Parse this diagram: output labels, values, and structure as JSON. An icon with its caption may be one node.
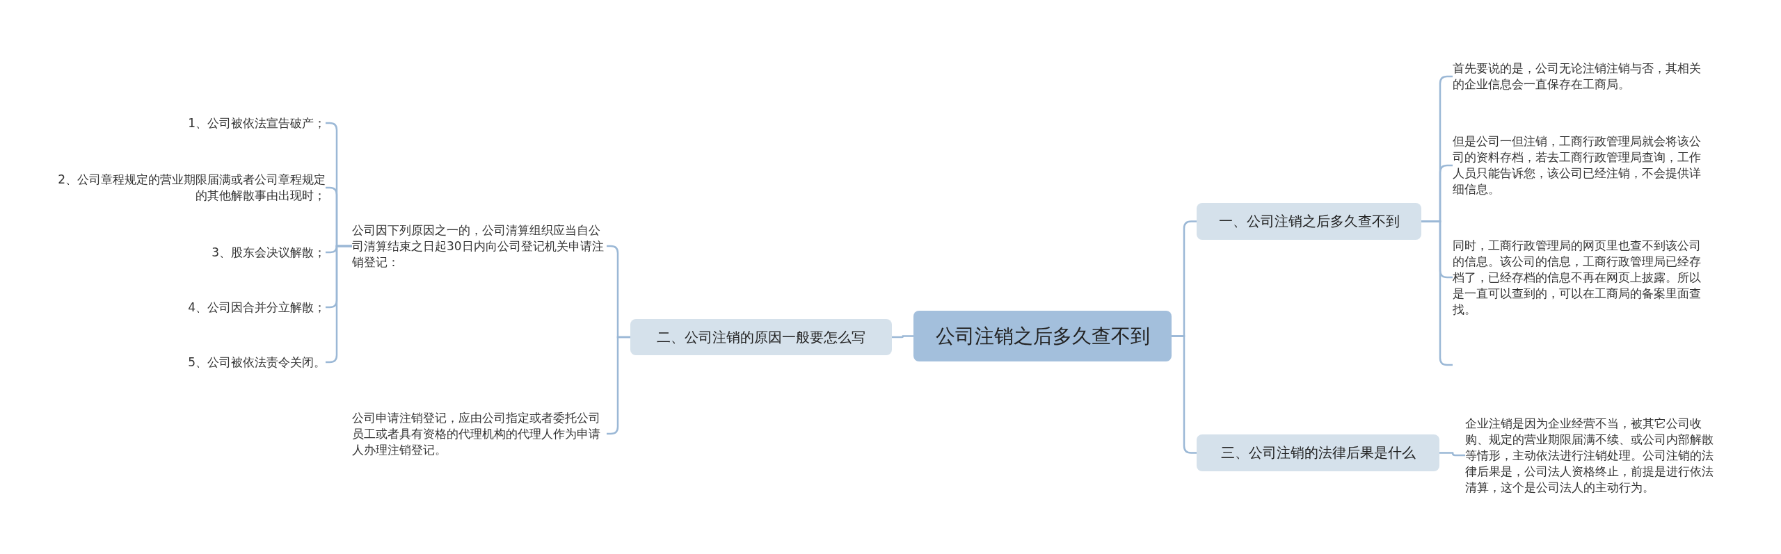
{
  "diagram": {
    "nodes": [
      {
        "text": [
          "公司注销之后多久查不到"
        ]
      },
      {
        "text": [
          "一、公司注销之后多久查不到"
        ]
      },
      {
        "text": [
          "首先要说的是，公司无论注销注销与否，其相关的企业信息会一直保存在工商局。"
        ]
      },
      {
        "text": [
          "但是公司一但注销，工商行政管理局就会将该公司的资料存档，若去工商行政管理局查询，工作人员只能告诉您，该公司已经注销，不会提供详细信息。"
        ]
      },
      {
        "text": [
          "同时，工商行政管理局的网页里也查不到该公司的信息。该公司的信息，工商行政管理局已经存档了，已经存档的信息不再在网页上披露。所以是一直可以查到的，可以在工商局的备案里面查找。"
        ]
      },
      {
        "text": [
          "二、公司注销的原因一般要怎么写"
        ]
      },
      {
        "text": [
          "公司因下列原因之一的，公司清算组织应当自公司清算结束之日起30日内向公司登记机关申请注销登记："
        ]
      },
      {
        "text": [
          "1、公司被依法宣告破产；"
        ]
      },
      {
        "text": [
          "2、公司章程规定的营业期限届满或者公司章程规定的其他解散事由出现时；"
        ]
      },
      {
        "text": [
          "3、股东会决议解散；"
        ]
      },
      {
        "text": [
          "4、公司因合并分立解散；"
        ]
      },
      {
        "text": [
          "5、公司被依法责令关闭。"
        ]
      },
      {
        "text": [
          "公司申请注销登记，应由公司指定或者委托公司员工或者具有资格的代理机构的代理人作为申请人办理注销登记。"
        ]
      },
      {
        "text": [
          "三、公司注销的法律后果是什么"
        ]
      },
      {
        "text": [
          "企业注销是因为企业经营不当，被其它公司收购、规定的营业期限届满不续、或公司内部解散等情形，主动依法进行注销处理。公司注销的法律后果是，公司法人资格终止，前提是进行依法清算，这个是公司法人的主动行为。"
        ]
      }
    ],
    "edges": [
      {
        "from": 0,
        "to": 1,
        "arrow": "none"
      },
      {
        "from": 1,
        "to": 2,
        "arrow": "none"
      },
      {
        "from": 1,
        "to": 3,
        "arrow": "none"
      },
      {
        "from": 1,
        "to": 4,
        "arrow": "none"
      },
      {
        "from": 1,
        "to": null,
        "arrow": "none"
      },
      {
        "from": 0,
        "to": 5,
        "arrow": "none"
      },
      {
        "from": 5,
        "to": 6,
        "arrow": "none"
      },
      {
        "from": 6,
        "to": 7,
        "arrow": "none"
      },
      {
        "from": 6,
        "to": 8,
        "arrow": "none"
      },
      {
        "from": 6,
        "to": 9,
        "arrow": "none"
      },
      {
        "from": 6,
        "to": 10,
        "arrow": "none"
      },
      {
        "from": 6,
        "to": 11,
        "arrow": "none"
      },
      {
        "from": 5,
        "to": 12,
        "arrow": "none"
      },
      {
        "from": 0,
        "to": 13,
        "arrow": "none"
      },
      {
        "from": 13,
        "to": 14,
        "arrow": "none"
      }
    ]
  }
}
